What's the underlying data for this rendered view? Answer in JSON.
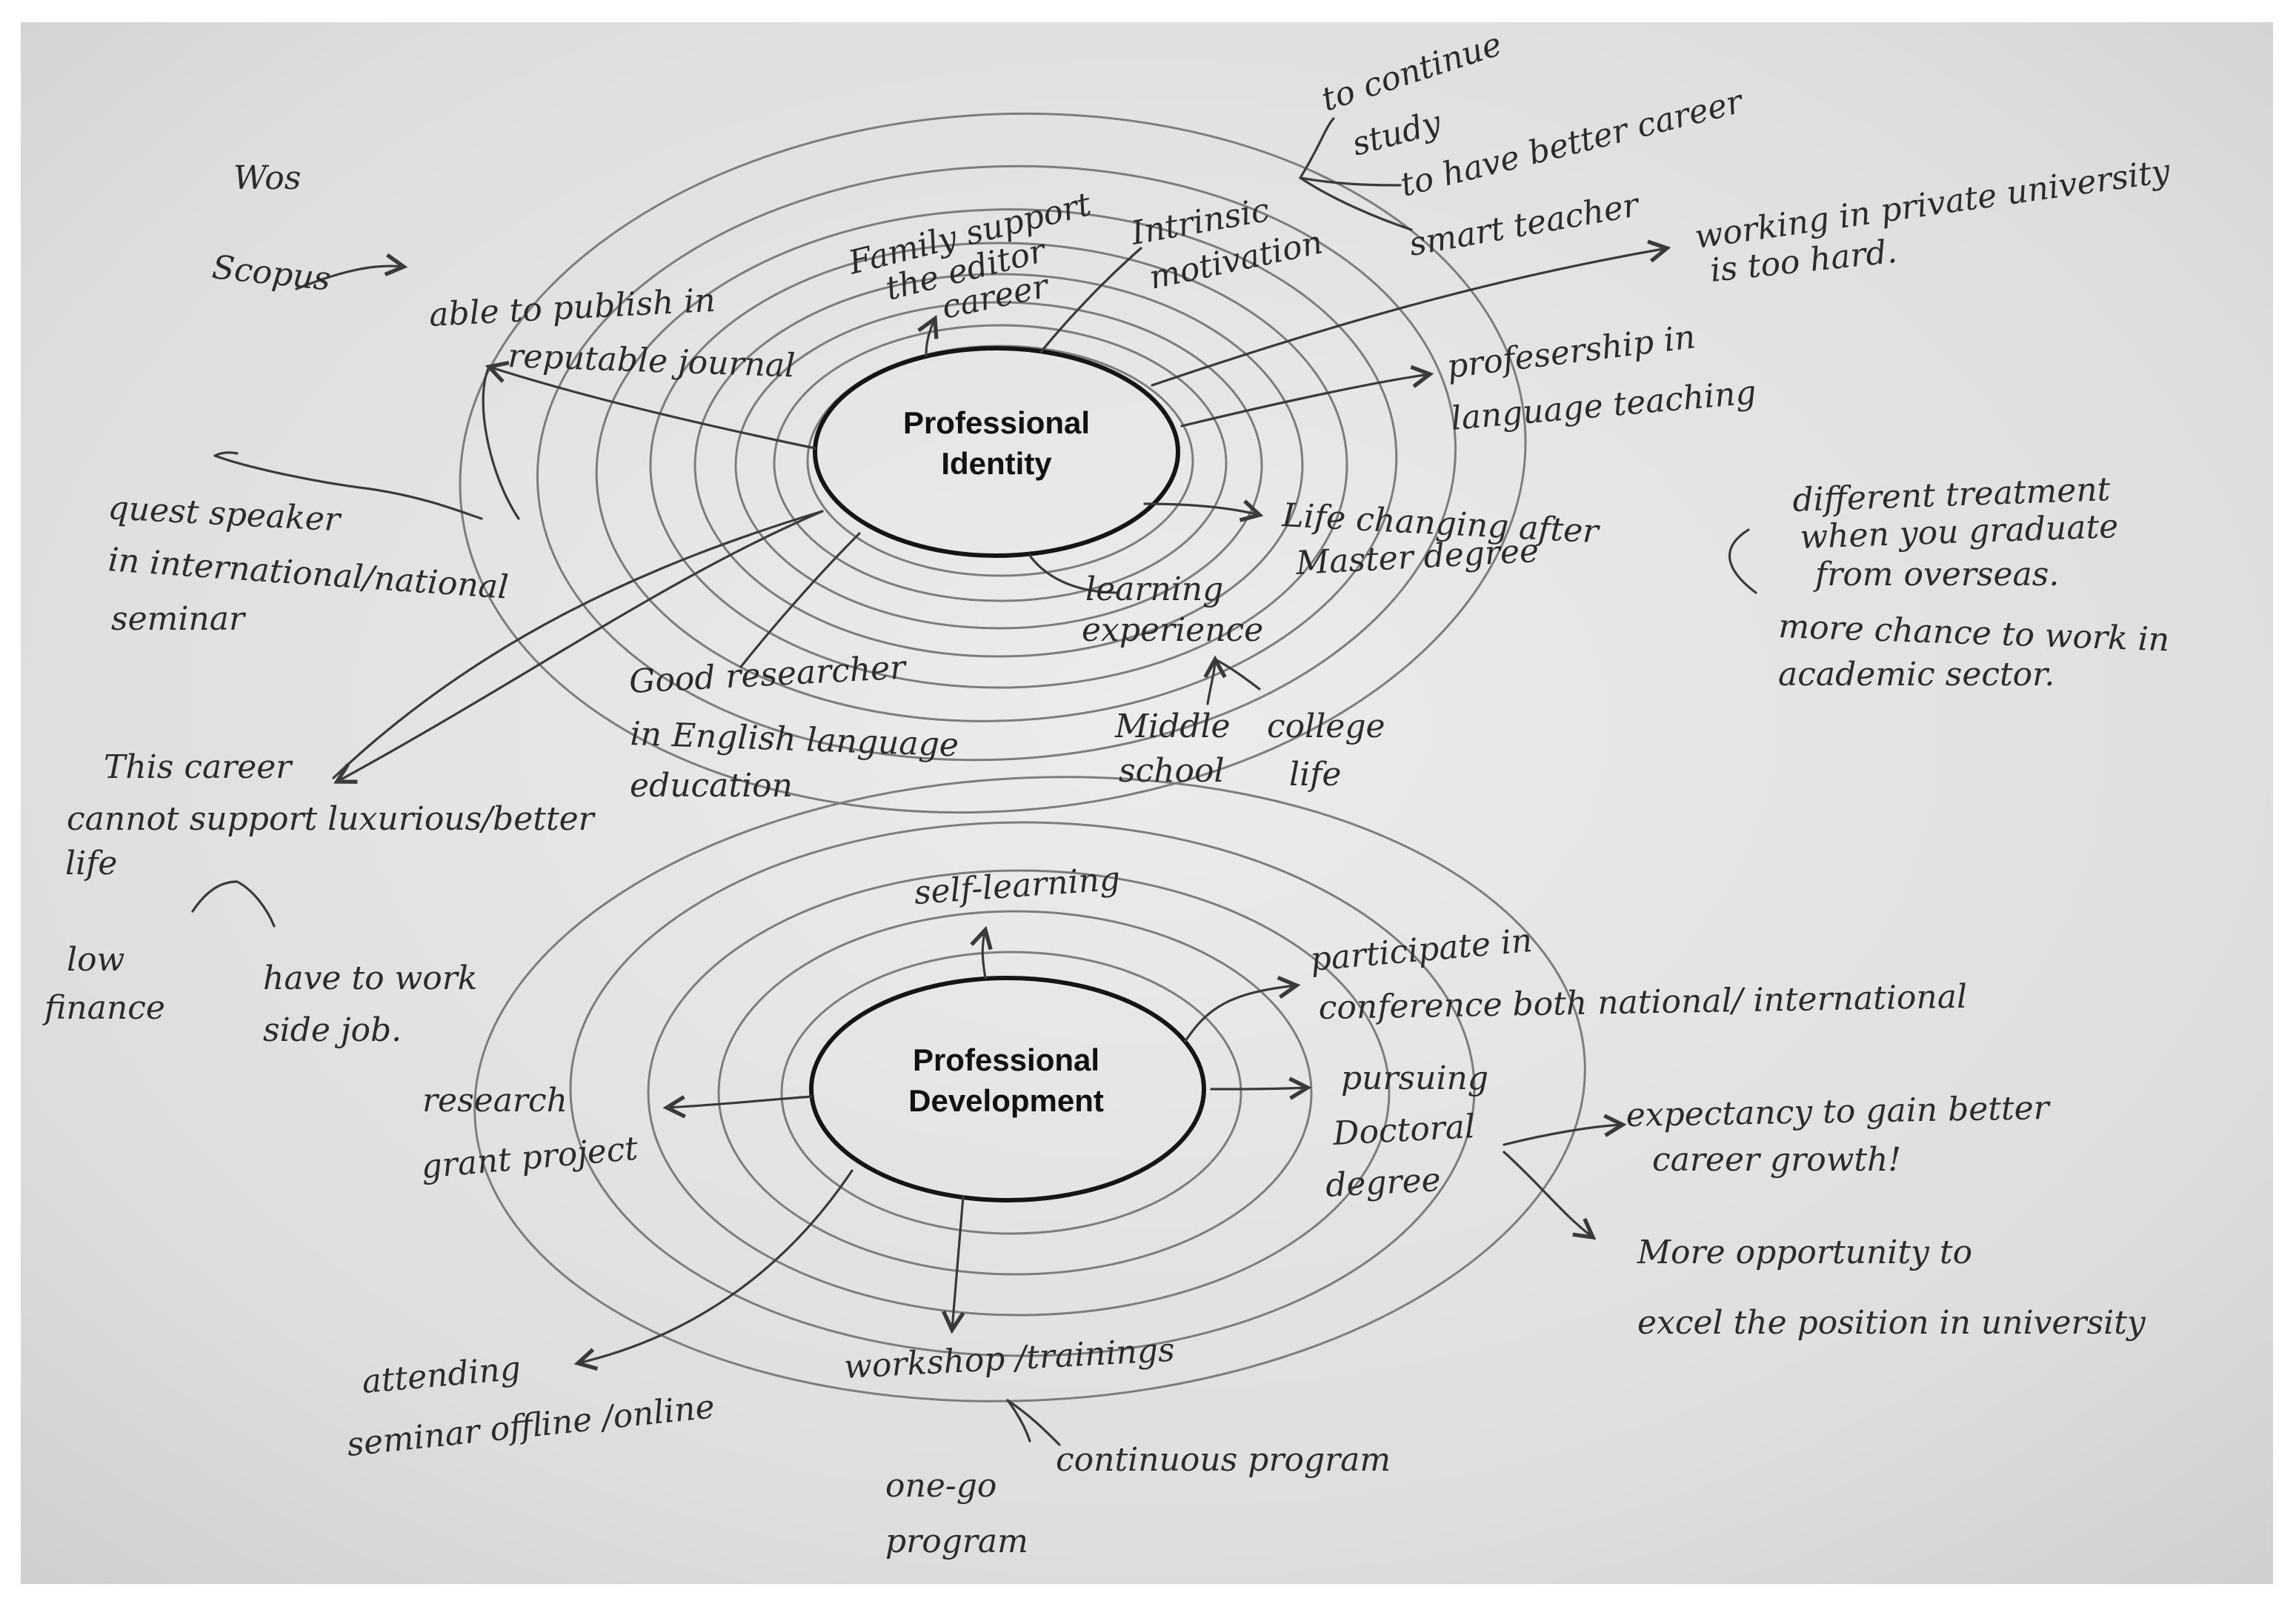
{
  "identity": {
    "center_line1": "Professional",
    "center_line2": "Identity",
    "nodes": {
      "family_support_1": "Family support",
      "family_support_2": "the editor",
      "family_support_3": "career",
      "intrinsic_1": "Intrinsic",
      "intrinsic_2": "motivation",
      "publish_1": "able to publish in",
      "publish_2": "reputable journal",
      "professorship_1": "profesership in",
      "professorship_2": "language teaching",
      "life_changing_1": "Life changing after",
      "life_changing_2": "Master degree",
      "learning_1": "learning",
      "learning_2": "experience",
      "researcher_1": "Good researcher",
      "researcher_2": "in English language",
      "researcher_3": "education",
      "guest_1": "quest speaker",
      "guest_2": "in international/national",
      "guest_3": "seminar",
      "career_1": "This career",
      "career_2": "cannot support luxurious/better",
      "career_3": "life"
    },
    "branches": {
      "wos": "Wos",
      "scopus": "Scopus",
      "continue_1": "to continue",
      "continue_2": "study",
      "better_career": "to have better career",
      "smart_teacher": "smart teacher",
      "private_1": "working in private university",
      "private_2": "is too hard.",
      "treatment_1": "different treatment",
      "treatment_2": "when you graduate",
      "treatment_3": "from overseas.",
      "chance_1": "more chance to work in",
      "chance_2": "academic sector.",
      "middle_1": "Middle",
      "middle_2": "school",
      "college_1": "college",
      "college_2": "life",
      "low_1": "low",
      "low_2": "finance",
      "side_1": "have to work",
      "side_2": "side job."
    }
  },
  "development": {
    "center_line1": "Professional",
    "center_line2": "Development",
    "nodes": {
      "self_learning": "self-learning",
      "participate_1": "participate in",
      "participate_2": "conference both national/ international",
      "doctoral_1": "pursuing",
      "doctoral_2": "Doctoral",
      "doctoral_3": "degree",
      "research_1": "research",
      "research_2": "grant project",
      "workshop": "workshop /trainings",
      "attending_1": "attending",
      "attending_2": "seminar offline /online"
    },
    "branches": {
      "expectancy_1": "expectancy to gain better",
      "expectancy_2": "career growth!",
      "opportunity_1": "More opportunity to",
      "opportunity_2": "excel the position in university",
      "onego_1": "one-go",
      "onego_2": "program",
      "continuous": "continuous program"
    }
  },
  "colors": {
    "paper": "#ffffff",
    "ink": "#2b2b2b",
    "pencil": "#7d7d7d"
  }
}
